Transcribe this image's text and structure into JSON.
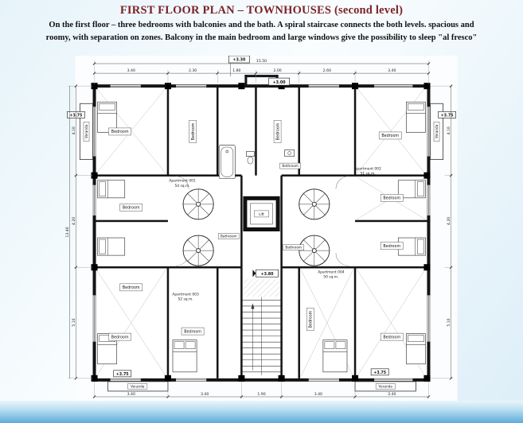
{
  "slide": {
    "title": "FIRST FLOOR PLAN – TOWNHOUSES (second level)",
    "description_line1": "On the first floor – three bedrooms with balconies and the bath. A spiral staircase connects the both levels. spacious and",
    "description_line2": "roomy, with separation on zones. Balcony in the main bedroom and large windows give the possibility to sleep \"al fresco\""
  },
  "plan": {
    "labels": {
      "bedroom": "Bedroom",
      "bathroom": "Bathroom",
      "veranda": "Veranda",
      "lift": "Lift"
    },
    "apartments": [
      {
        "name": "Apartment 001",
        "area": "54 sq.m."
      },
      {
        "name": "Apartment 002",
        "area": "51 sq.m."
      },
      {
        "name": "Apartment 003",
        "area": "52 sq.m."
      },
      {
        "name": "Apartment 004",
        "area": "50 sq.m."
      }
    ],
    "elevations": {
      "top": "+3.30",
      "upper_center": "+3.00",
      "center": "+3.80",
      "corner": "+3.75"
    },
    "dimensions": {
      "top_overall": "15.50",
      "top": [
        "3.40",
        "2.30",
        "1.80",
        "2.00",
        "2.60",
        "3.40"
      ],
      "left_overall": "13.40",
      "left": [
        "4.10",
        "4.20",
        "5.10"
      ],
      "right": [
        "4.10",
        "4.20",
        "5.10"
      ],
      "bottom": [
        "3.40",
        "3.40",
        "1.90",
        "3.40",
        "3.40"
      ]
    }
  }
}
